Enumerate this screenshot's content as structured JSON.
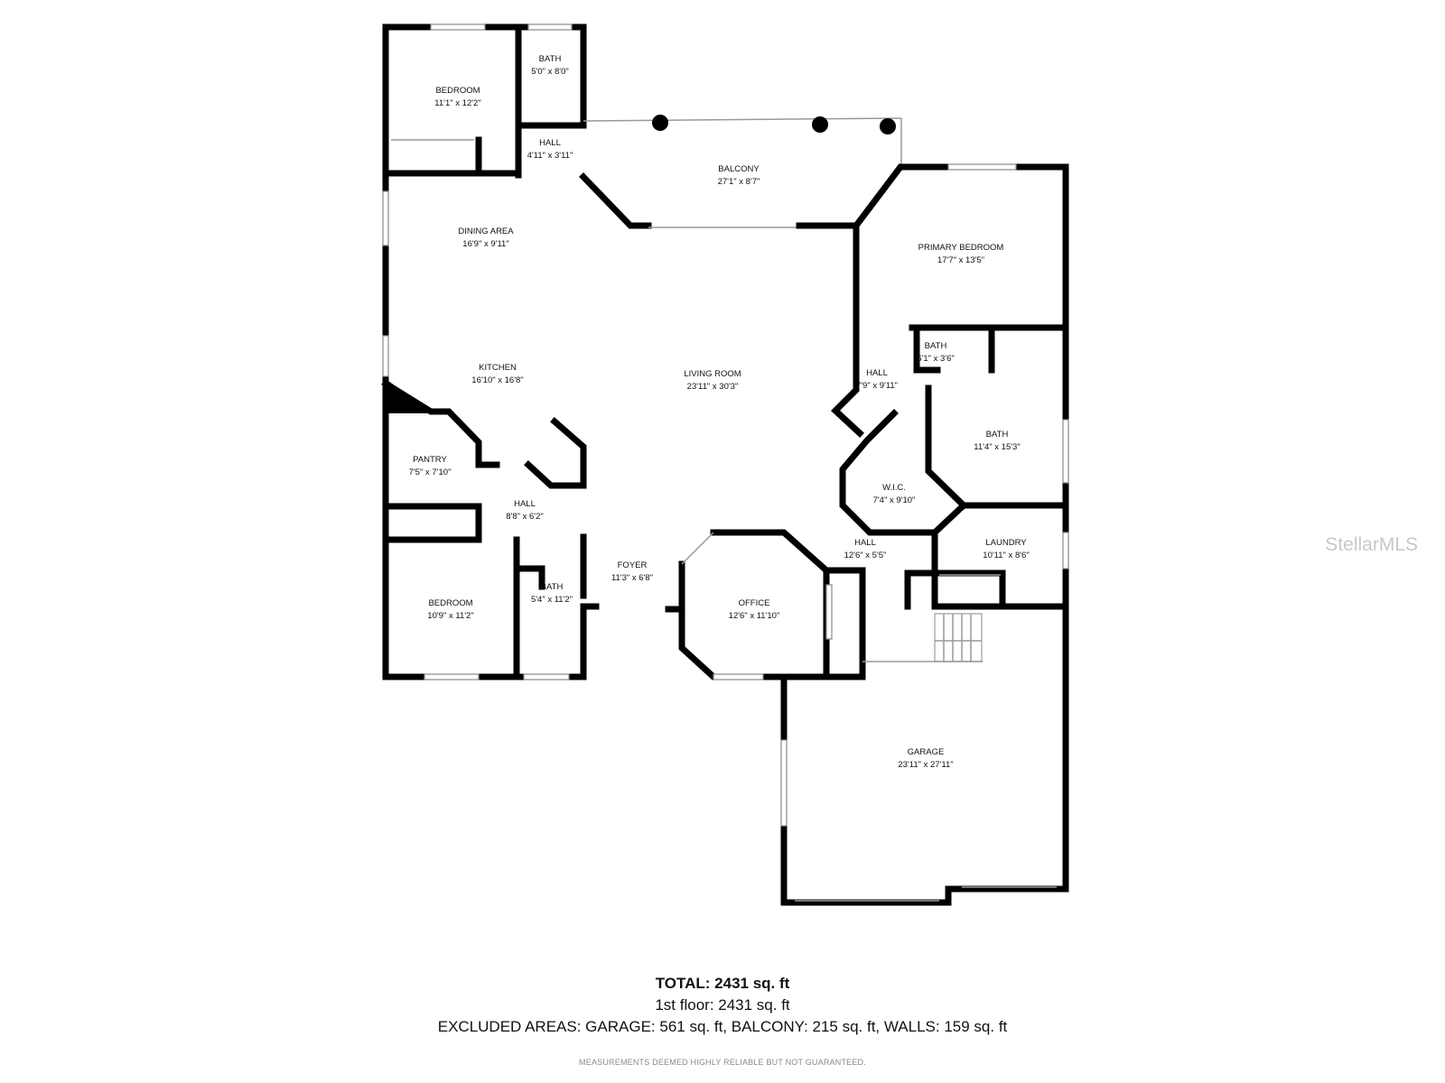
{
  "rooms": [
    {
      "id": "bedroom-1",
      "name": "BEDROOM",
      "dims": "11'1\" x 12'2\""
    },
    {
      "id": "bath-1",
      "name": "BATH",
      "dims": "5'0\" x 8'0\""
    },
    {
      "id": "hall-1",
      "name": "HALL",
      "dims": "4'11\" x 3'11\""
    },
    {
      "id": "balcony",
      "name": "BALCONY",
      "dims": "27'1\" x 8'7\""
    },
    {
      "id": "dining-area",
      "name": "DINING AREA",
      "dims": "16'9\" x 9'11\""
    },
    {
      "id": "primary-bedroom",
      "name": "PRIMARY BEDROOM",
      "dims": "17'7\" x 13'5\""
    },
    {
      "id": "kitchen",
      "name": "KITCHEN",
      "dims": "16'10\" x 16'8\""
    },
    {
      "id": "living-room",
      "name": "LIVING ROOM",
      "dims": "23'11\" x 30'3\""
    },
    {
      "id": "bath-2",
      "name": "BATH",
      "dims": "6'1\" x 3'6\""
    },
    {
      "id": "hall-2",
      "name": "HALL",
      "dims": "7'9\" x 9'11\""
    },
    {
      "id": "bath-3",
      "name": "BATH",
      "dims": "11'4\" x 15'3\""
    },
    {
      "id": "pantry",
      "name": "PANTRY",
      "dims": "7'5\" x 7'10\""
    },
    {
      "id": "wic",
      "name": "W.I.C.",
      "dims": "7'4\" x 9'10\""
    },
    {
      "id": "hall-3",
      "name": "HALL",
      "dims": "8'8\" x 6'2\""
    },
    {
      "id": "laundry",
      "name": "LAUNDRY",
      "dims": "10'11\" x 8'6\""
    },
    {
      "id": "hall-4",
      "name": "HALL",
      "dims": "12'6\" x 5'5\""
    },
    {
      "id": "foyer",
      "name": "FOYER",
      "dims": "11'3\" x 6'8\""
    },
    {
      "id": "bedroom-2",
      "name": "BEDROOM",
      "dims": "10'9\" x 11'2\""
    },
    {
      "id": "bath-4",
      "name": "BATH",
      "dims": "5'4\" x 11'2\""
    },
    {
      "id": "office",
      "name": "OFFICE",
      "dims": "12'6\" x 11'10\""
    },
    {
      "id": "garage",
      "name": "GARAGE",
      "dims": "23'11\" x 27'11\""
    }
  ],
  "summary": {
    "total": "TOTAL: 2431 sq. ft",
    "floor": "1st floor: 2431 sq. ft",
    "excluded": "EXCLUDED AREAS: GARAGE: 561 sq. ft, BALCONY: 215 sq. ft, WALLS: 159 sq. ft",
    "disclaimer": "MEASUREMENTS DEEMED HIGHLY RELIABLE BUT NOT GUARANTEED."
  },
  "watermark": "StellarMLS",
  "colors": {
    "wall": "#000000",
    "watermark": "#c8c8c8"
  }
}
